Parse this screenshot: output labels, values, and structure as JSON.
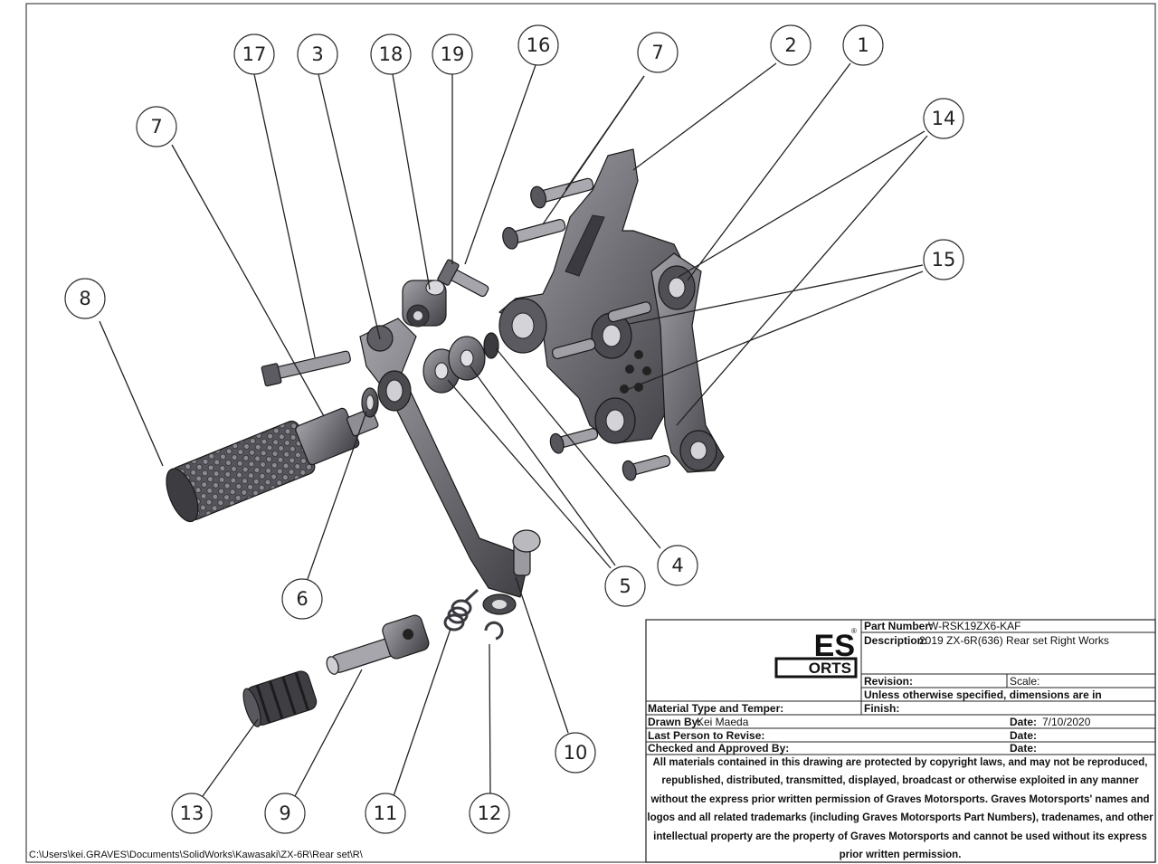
{
  "balloons": [
    {
      "id": "b17",
      "label": "17"
    },
    {
      "id": "b3",
      "label": "3"
    },
    {
      "id": "b18",
      "label": "18"
    },
    {
      "id": "b19",
      "label": "19"
    },
    {
      "id": "b16",
      "label": "16"
    },
    {
      "id": "b7a",
      "label": "7"
    },
    {
      "id": "b2",
      "label": "2"
    },
    {
      "id": "b1",
      "label": "1"
    },
    {
      "id": "b14",
      "label": "14"
    },
    {
      "id": "b15",
      "label": "15"
    },
    {
      "id": "b7b",
      "label": "7"
    },
    {
      "id": "b8",
      "label": "8"
    },
    {
      "id": "b6",
      "label": "6"
    },
    {
      "id": "b5",
      "label": "5"
    },
    {
      "id": "b4",
      "label": "4"
    },
    {
      "id": "b10",
      "label": "10"
    },
    {
      "id": "b13",
      "label": "13"
    },
    {
      "id": "b9",
      "label": "9"
    },
    {
      "id": "b11",
      "label": "11"
    },
    {
      "id": "b12",
      "label": "12"
    }
  ],
  "title_block": {
    "logo_line1": "ES",
    "logo_line2": "ORTS",
    "logo_mark": "®",
    "part_number_label": "Part Number:",
    "part_number_value": "W-RSK19ZX6-KAF",
    "description_label": "Description:",
    "description_value": "2019 ZX-6R(636) Rear set Right Works",
    "revision_label": "Revision:",
    "scale_label": "Scale:",
    "dimensions_note": "Unless otherwise specified, dimensions are in",
    "material_label": "Material Type and Temper:",
    "finish_label": "Finish:",
    "drawn_by_label": "Drawn By:",
    "drawn_by_value": "Kei Maeda",
    "date_label": "Date:",
    "drawn_date_value": "7/10/2020",
    "last_person_label": "Last Person to Revise:",
    "checked_label": "Checked and Approved By:",
    "notice_lines": [
      "All materials contained in this drawing are protected by copyright laws, and may not be reproduced,",
      "republished, distributed, transmitted, displayed, broadcast or otherwise exploited in any manner",
      "without the express prior written permission of Graves Motorsports. Graves Motorsports' names and",
      "logos and all related trademarks (including Graves Motorsports Part Numbers), tradenames, and other",
      "intellectual property are the property of Graves Motorsports and cannot be used without its express",
      "prior written permission."
    ]
  },
  "file_path": "C:\\Users\\kei.GRAVES\\Documents\\SolidWorks\\Kawasaki\\ZX-6R\\Rear set\\R\\",
  "colors": {
    "part_fill": "#6f6f74",
    "part_light": "#9a9aa0",
    "part_dark": "#3d3d42",
    "line": "#222222"
  }
}
